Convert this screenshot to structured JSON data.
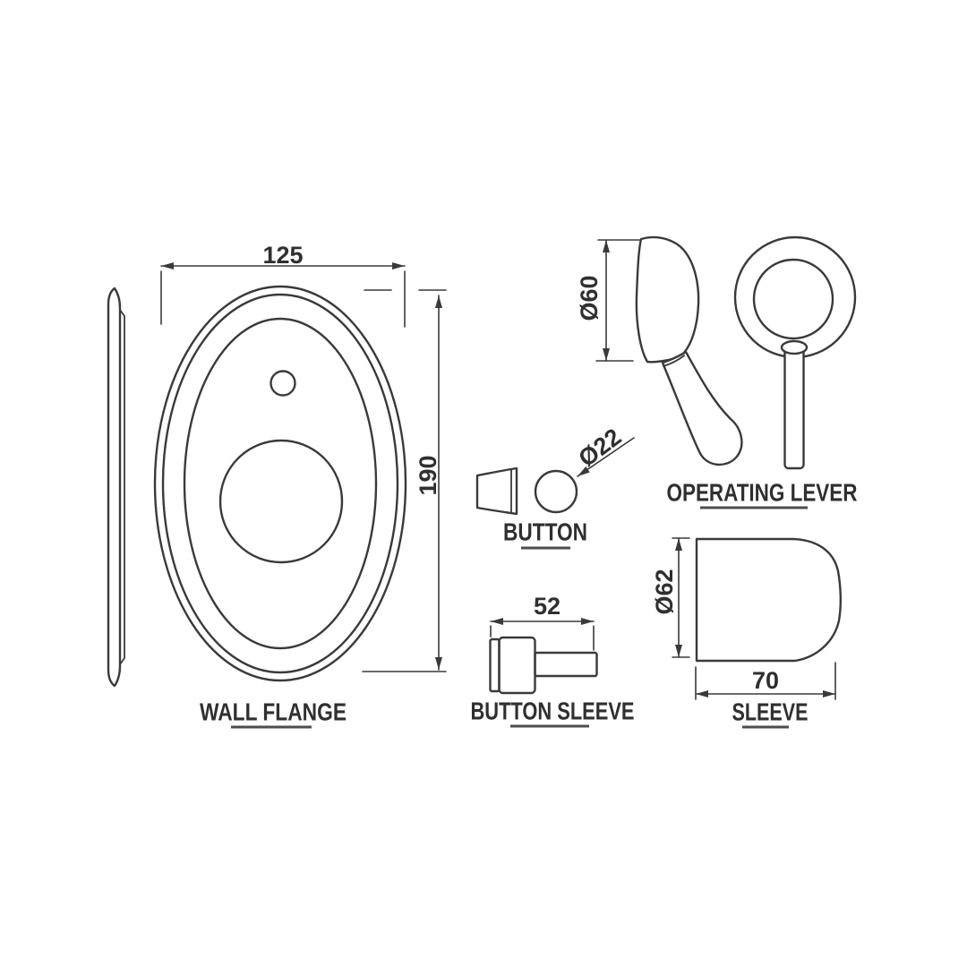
{
  "diagram": {
    "background": "#ffffff",
    "line_color": "#3a3a3a",
    "parts": [
      {
        "name": "wall-flange",
        "label": "WALL FLANGE",
        "dims": {
          "width": "125",
          "height": "190"
        }
      },
      {
        "name": "button",
        "label": "BUTTON",
        "dims": {
          "diameter": "Ø22"
        }
      },
      {
        "name": "operating-lever",
        "label": "OPERATING LEVER",
        "dims": {
          "diameter": "Ø60"
        }
      },
      {
        "name": "button-sleeve",
        "label": "BUTTON SLEEVE",
        "dims": {
          "length": "52"
        }
      },
      {
        "name": "sleeve",
        "label": "SLEEVE",
        "dims": {
          "diameter": "Ø62",
          "width": "70"
        }
      }
    ]
  }
}
